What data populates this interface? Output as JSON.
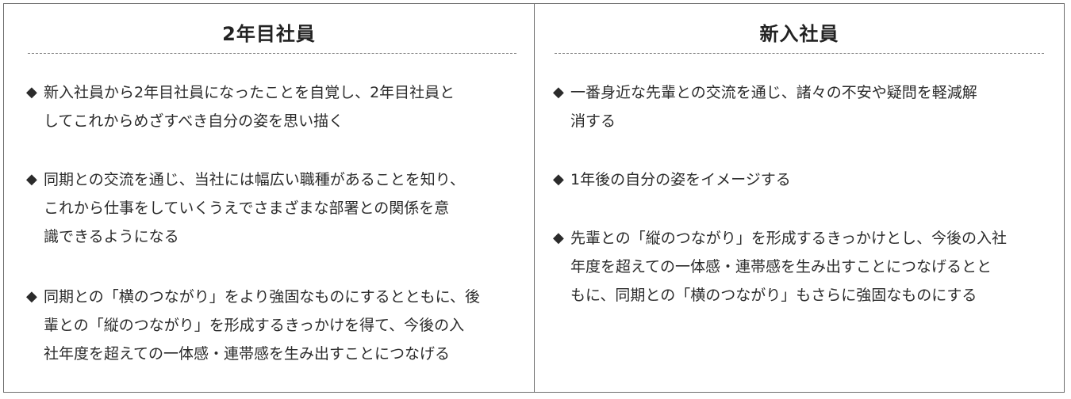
{
  "left": {
    "title": "2年目社員",
    "bullet": "◆",
    "items": [
      {
        "lines": [
          "新入社員から2年目社員になったことを自覚し、2年目社員と",
          "してこれからめざすべき自分の姿を思い描く"
        ]
      },
      {
        "lines": [
          "同期との交流を通じ、当社には幅広い職種があることを知り、",
          "これから仕事をしていくうえでさまざまな部署との関係を意",
          "識できるようになる"
        ]
      },
      {
        "lines": [
          "同期との「横のつながり」をより強固なものにするとともに、後",
          "輩との「縦のつながり」を形成するきっかけを得て、今後の入",
          "社年度を超えての一体感・連帯感を生み出すことにつなげる"
        ]
      }
    ]
  },
  "right": {
    "title": "新入社員",
    "bullet": "◆",
    "items": [
      {
        "lines": [
          "一番身近な先輩との交流を通じ、諸々の不安や疑問を軽減解",
          "消する"
        ]
      },
      {
        "lines": [
          "1年後の自分の姿をイメージする"
        ]
      },
      {
        "lines": [
          "先輩との「縦のつながり」を形成するきっかけとし、今後の入社",
          "年度を超えての一体感・連帯感を生み出すことにつなげるとと",
          "もに、同期との「横のつながり」もさらに強固なものにする"
        ]
      }
    ]
  }
}
